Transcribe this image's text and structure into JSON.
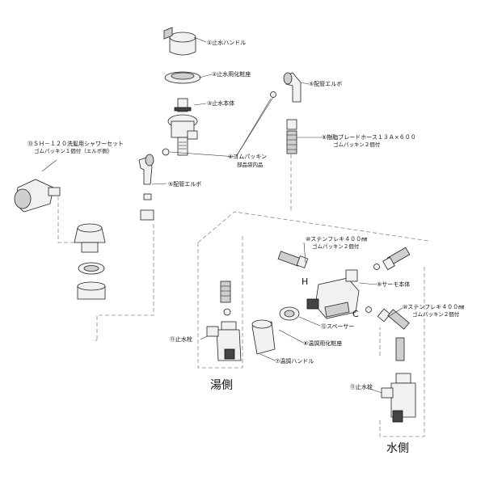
{
  "labels": {
    "stop_handle": "①止水ハンドル",
    "stop_cover": "②止水用化粧座",
    "stop_body": "③止水本体",
    "gasket_4": "④ゴムパッキン",
    "gasket_4_sub": "部品袋内品",
    "elbow_right": "⑤配管エルボ",
    "elbow_left": "⑤配管エルボ",
    "braided_hose": "⑥樹脂ブレードホース１３Ａ×６００",
    "braided_hose_sub": "ゴムパッキン２個付",
    "shower_set": "⑬ＳＨ－１２０洗髪用シャワーセット",
    "shower_set_sub": "ゴムパッキン１個付（エルボ側）",
    "flex_hot": "⑩ステンフレキ４００㎜",
    "flex_hot_sub": "ゴムパッキン２個付",
    "thermo_body": "⑨サーモ本体",
    "flex_cold": "⑩ステンフレキ４００㎜",
    "flex_cold_sub": "ゴムパッキン２個付",
    "valve_hot": "⑪止水栓",
    "spacer": "⑫スペーサー",
    "temp_cover": "⑧温調用化粧座",
    "temp_handle": "⑦温調ハンドル",
    "valve_cold": "⑪止水栓",
    "mark_h": "H",
    "mark_c": "C",
    "hot_side": "湯側",
    "cold_side": "水側"
  }
}
